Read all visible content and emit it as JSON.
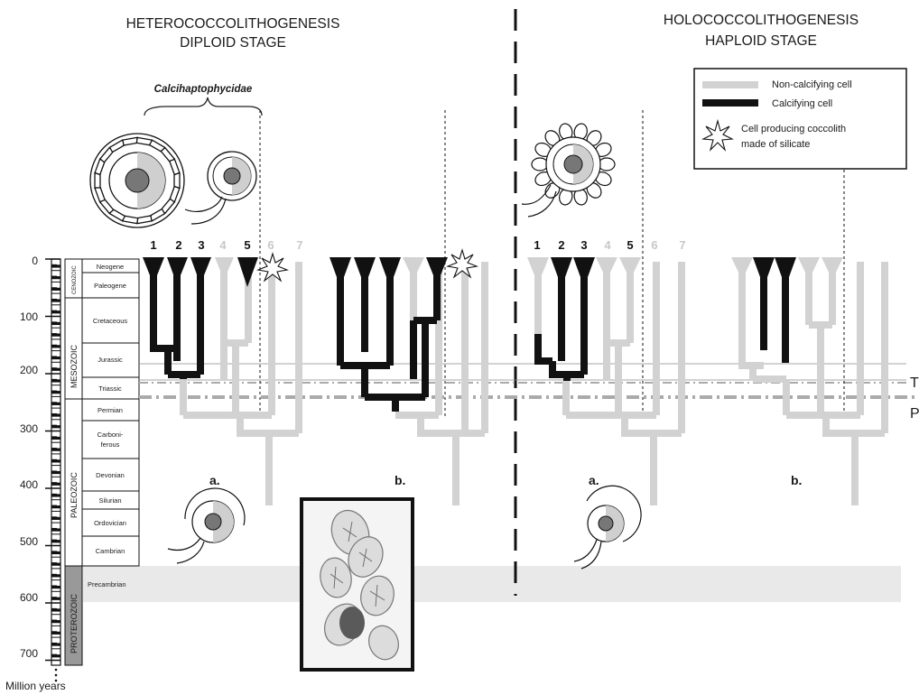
{
  "heading_left": {
    "line1": "HETEROCOCCOLITHOGENESIS",
    "line2": "DIPLOID STAGE"
  },
  "heading_right": {
    "line1": "HOLOCOCCOLITHOGENESIS",
    "line2": "HAPLOID STAGE"
  },
  "family_label": "Calcihaptophycidae",
  "legend": {
    "non_calcifying": "Non-calcifying cell",
    "calcifying": "Calcifying cell",
    "silicate_line1": "Cell producing coccolith",
    "silicate_line2": "made of silicate"
  },
  "lineage_numbers": [
    "1",
    "2",
    "3",
    "4",
    "5",
    "6",
    "7"
  ],
  "panel_labels": {
    "left_a": "a.",
    "left_b": "b.",
    "right_a": "a.",
    "right_b": "b."
  },
  "boundary_labels": {
    "T": "T",
    "P": "P"
  },
  "time_axis": {
    "ticks": [
      "0",
      "100",
      "200",
      "300",
      "400",
      "500",
      "600",
      "700"
    ],
    "unit": "Million years"
  },
  "eras": {
    "mesozoic": "MESOZOIC",
    "paleozoic": "PALEOZOIC",
    "proterozoic": "PROTEROZOIC",
    "cenozoic": "CENOZOIC"
  },
  "periods": {
    "neogene": "Neogene",
    "paleogene": "Paleogene",
    "cretaceous": "Cretaceous",
    "jurassic": "Jurassic",
    "triassic": "Triassic",
    "permian": "Permian",
    "carboniferous_1": "Carboni-",
    "carboniferous_2": "ferous",
    "devonian": "Devonian",
    "silurian": "Silurian",
    "ordovician": "Ordovician",
    "cambrian": "Cambrian",
    "precambrian": "Precambrian"
  },
  "colors": {
    "calcifying": "#111111",
    "non_calcifying": "#d2d2d2",
    "background": "#ffffff"
  }
}
